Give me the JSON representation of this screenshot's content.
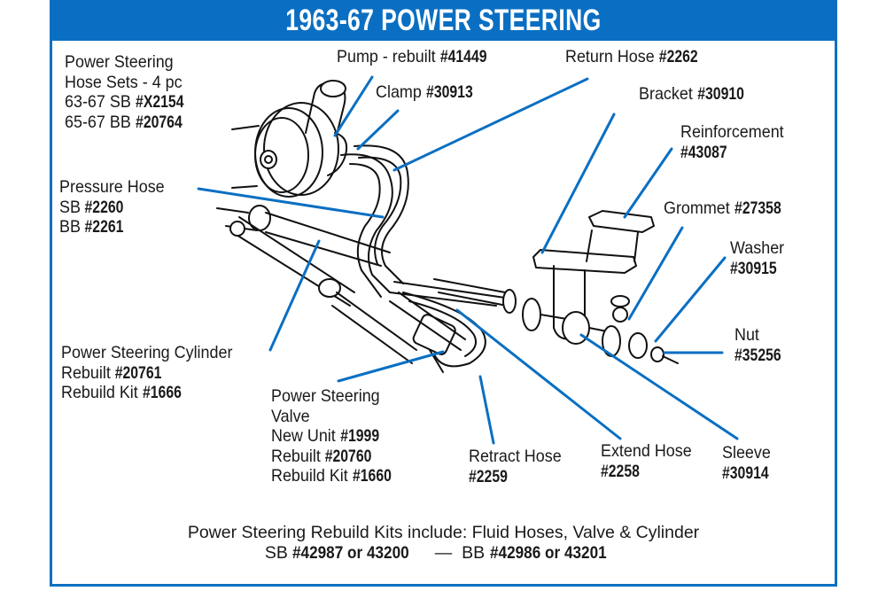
{
  "title": "1963-67 POWER STEERING",
  "accent_color": "#0a6fc2",
  "labels": {
    "hose_sets": {
      "line1": "Power Steering",
      "line2": "Hose Sets - 4 pc",
      "line3_text": "63-67 SB ",
      "line3_part": "#X2154",
      "line4_text": "65-67 BB ",
      "line4_part": "#20764"
    },
    "pressure_hose": {
      "line1": "Pressure Hose",
      "line2_text": "SB ",
      "line2_part": "#2260",
      "line3_text": "BB ",
      "line3_part": "#2261"
    },
    "pump": {
      "text": "Pump - rebuilt ",
      "part": "#41449"
    },
    "clamp": {
      "text": "Clamp ",
      "part": "#30913"
    },
    "return_hose": {
      "text": "Return Hose ",
      "part": "#2262"
    },
    "bracket": {
      "text": "Bracket ",
      "part": "#30910"
    },
    "reinforcement": {
      "line1": "Reinforcement",
      "part": "#43087"
    },
    "grommet": {
      "text": "Grommet ",
      "part": "#27358"
    },
    "washer": {
      "line1": "Washer",
      "part": "#30915"
    },
    "nut": {
      "line1": "Nut",
      "part": "#35256"
    },
    "cylinder": {
      "line1": "Power Steering Cylinder",
      "line2_text": "Rebuilt ",
      "line2_part": "#20761",
      "line3_text": "Rebuild Kit ",
      "line3_part": "#1666"
    },
    "valve": {
      "line1": "Power Steering",
      "line2": "Valve",
      "line3_text": "New Unit ",
      "line3_part": "#1999",
      "line4_text": "Rebuilt ",
      "line4_part": "#20760",
      "line5_text": "Rebuild Kit ",
      "line5_part": "#1660"
    },
    "retract_hose": {
      "line1": "Retract Hose",
      "part": "#2259"
    },
    "extend_hose": {
      "line1": "Extend Hose",
      "part": "#2258"
    },
    "sleeve": {
      "line1": "Sleeve",
      "part": "#30914"
    }
  },
  "footer": {
    "line1": "Power Steering Rebuild Kits include: Fluid Hoses, Valve & Cylinder",
    "sb_text": "SB ",
    "sb_parts": "#42987 or 43200",
    "dash": "  —  ",
    "bb_text": "BB ",
    "bb_parts": "#42986 or 43201"
  }
}
